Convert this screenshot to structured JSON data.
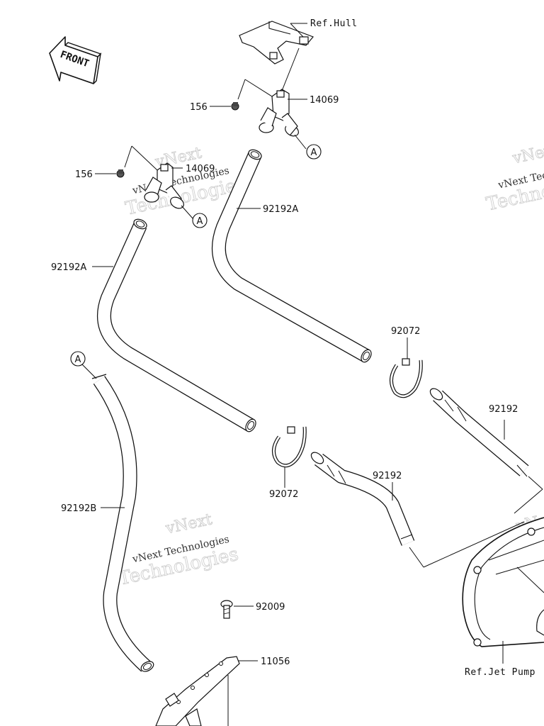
{
  "front_label": "FRONT",
  "watermark": {
    "line1": "vNext",
    "line2": "Technologies",
    "line3": "vNext Technologies"
  },
  "callouts": {
    "ref_hull": "Ref.Hull",
    "ref_jet_pump": "Ref.Jet Pump",
    "p14069_upper": "14069",
    "p14069_lower": "14069",
    "p156_upper": "156",
    "p156_lower": "156",
    "p92192a_right": "92192A",
    "p92192a_left": "92192A",
    "p92192b": "92192B",
    "p92072_upper": "92072",
    "p92072_lower": "92072",
    "p92192_upper": "92192",
    "p92192_lower": "92192",
    "p92009": "92009",
    "p11056": "11056",
    "conn_a1": "A",
    "conn_a2": "A",
    "conn_a3": "A"
  }
}
